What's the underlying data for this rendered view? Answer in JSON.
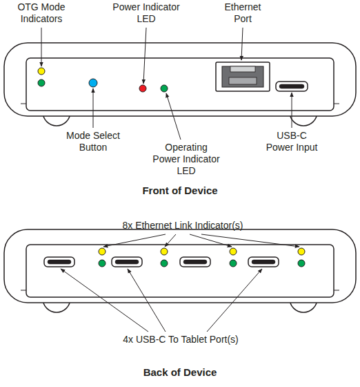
{
  "diagram": {
    "labels": [
      "OTG Mode Indicators",
      "Power Indicator LED",
      "Ethernet Port",
      "Mode Select Button",
      "Operating Power Indicator LED",
      "USB-C Power Input",
      "Front of Device",
      "8x Ethernet Link Indicator(s)",
      "4x USB-C To Tablet Port(s)",
      "Back of Device"
    ]
  }
}
